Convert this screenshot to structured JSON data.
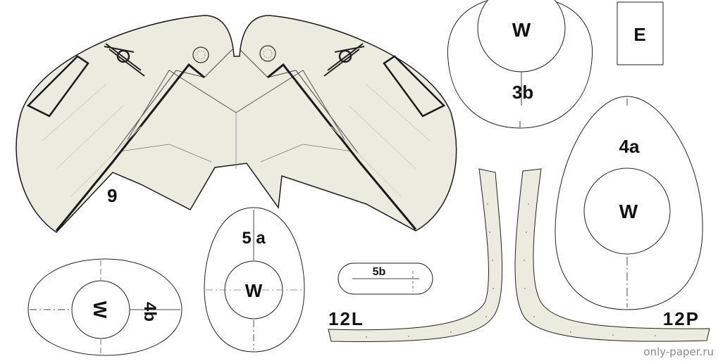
{
  "parts": {
    "wing": {
      "label": "9"
    },
    "oval_3b": {
      "label": "3b",
      "window": "W"
    },
    "rect_e": {
      "label": "E"
    },
    "oval_4a": {
      "label": "4a",
      "window": "W"
    },
    "oval_5a": {
      "label": "5 a",
      "window": "W"
    },
    "oval_4b": {
      "label": "4b",
      "window": "W"
    },
    "pill_5b": {
      "label": "5b"
    },
    "strip_12l": {
      "label": "12L"
    },
    "strip_12p": {
      "label": "12P"
    }
  },
  "watermark": "only-paper.ru",
  "colors": {
    "paper": "#ecebdf",
    "outline": "#1a1a1a",
    "line": "#555555"
  }
}
